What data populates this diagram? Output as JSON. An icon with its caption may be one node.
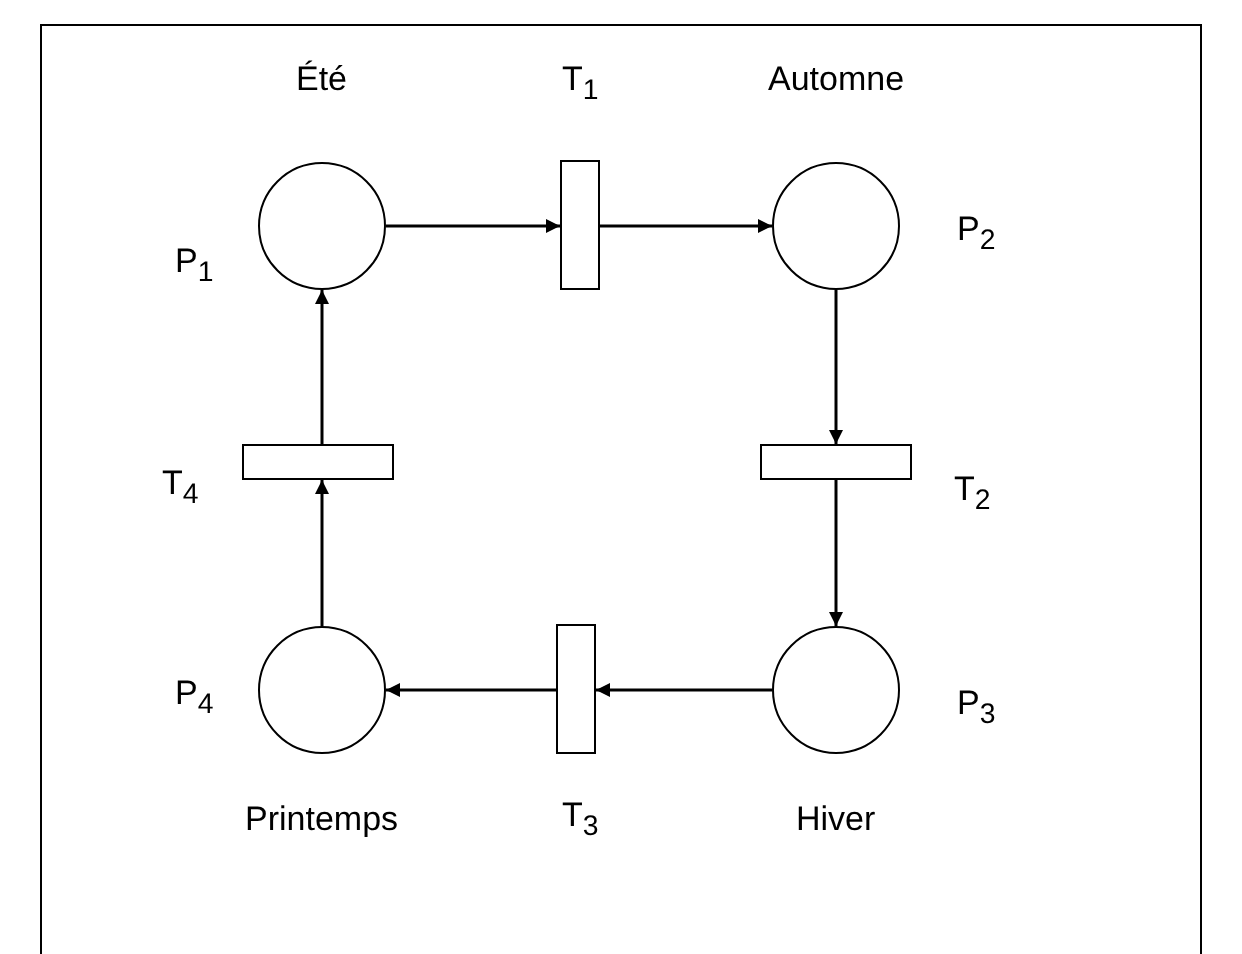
{
  "diagram": {
    "nodes": [
      {
        "text": [
          "Été",
          "P$_{1}$"
        ]
      },
      {
        "text": [
          "T$_{1}$"
        ]
      },
      {
        "text": [
          "Automne",
          "P$_{2}$"
        ]
      },
      {
        "text": [
          "T$_{2}$"
        ]
      },
      {
        "text": [
          "Hiver",
          "P$_{3}$"
        ]
      },
      {
        "text": [
          "T$_{3}$"
        ]
      },
      {
        "text": [
          "Printemps",
          "P$_{4}$"
        ]
      },
      {
        "text": [
          "T$_{4}$"
        ]
      }
    ],
    "edges": [
      {
        "from": 0,
        "to": 1,
        "arrow": "to"
      },
      {
        "from": 1,
        "to": 2,
        "arrow": "to"
      },
      {
        "from": 2,
        "to": 3,
        "arrow": "to"
      },
      {
        "from": 3,
        "to": 4,
        "arrow": "to"
      },
      {
        "from": 4,
        "to": 5,
        "arrow": "to"
      },
      {
        "from": 5,
        "to": 6,
        "arrow": "to"
      },
      {
        "from": 6,
        "to": 7,
        "arrow": "to"
      },
      {
        "from": 7,
        "to": 0,
        "arrow": "to"
      }
    ]
  }
}
